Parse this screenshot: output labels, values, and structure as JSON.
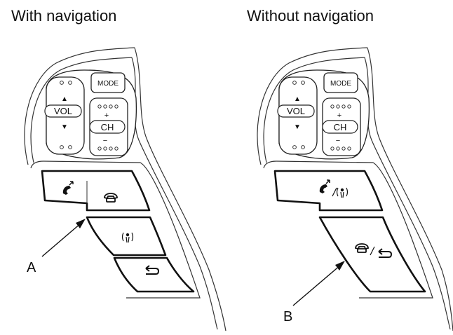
{
  "headings": {
    "with_navigation": "With navigation",
    "without_navigation": "Without navigation"
  },
  "switch_labels": {
    "mode": "MODE",
    "vol": "VOL",
    "ch": "CH",
    "plus": "+",
    "minus": "−",
    "up": "▲",
    "down": "▼"
  },
  "callouts": {
    "a": "A",
    "b": "B"
  },
  "icons": {
    "pickup": "phone-pickup-icon",
    "hangup": "phone-hangup-icon",
    "voice": "voice-command-icon",
    "back": "back-arrow-icon"
  }
}
